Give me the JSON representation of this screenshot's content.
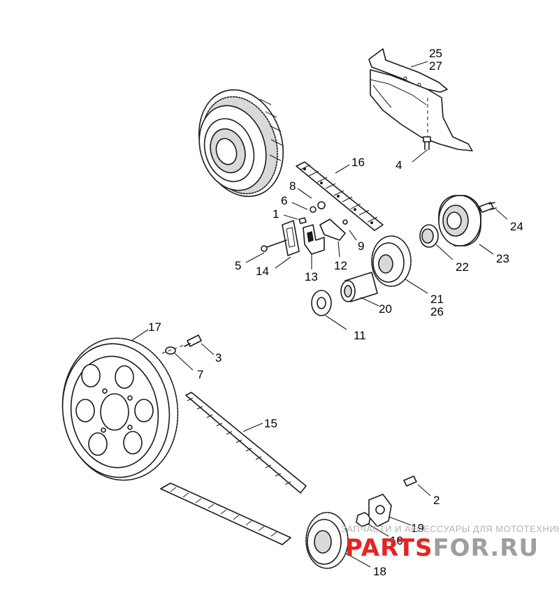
{
  "callouts": {
    "c1": "1",
    "c2": "2",
    "c3": "3",
    "c4": "4",
    "c5": "5",
    "c6": "6",
    "c7": "7",
    "c8": "8",
    "c9": "9",
    "c10": "10",
    "c11": "11",
    "c12": "12",
    "c13": "13",
    "c14": "14",
    "c15": "15",
    "c16": "16",
    "c17": "17",
    "c18": "18",
    "c19": "19",
    "c20": "20",
    "c21": "21",
    "c22": "22",
    "c23": "23",
    "c24": "24",
    "c25": "25",
    "c26": "26",
    "c27": "27"
  },
  "watermark": {
    "tagline": "ЗАПЧАСТИ И АКСЕССУАРЫ ДЛЯ МОТОТЕХНИКИ",
    "logo_red": "PARTS",
    "logo_grey": "FOR.RU"
  },
  "colors": {
    "line": "#1a1a1a",
    "logo_red": "#e52421",
    "logo_grey": "#9e9e9e",
    "tagline": "#b3b3b3"
  }
}
